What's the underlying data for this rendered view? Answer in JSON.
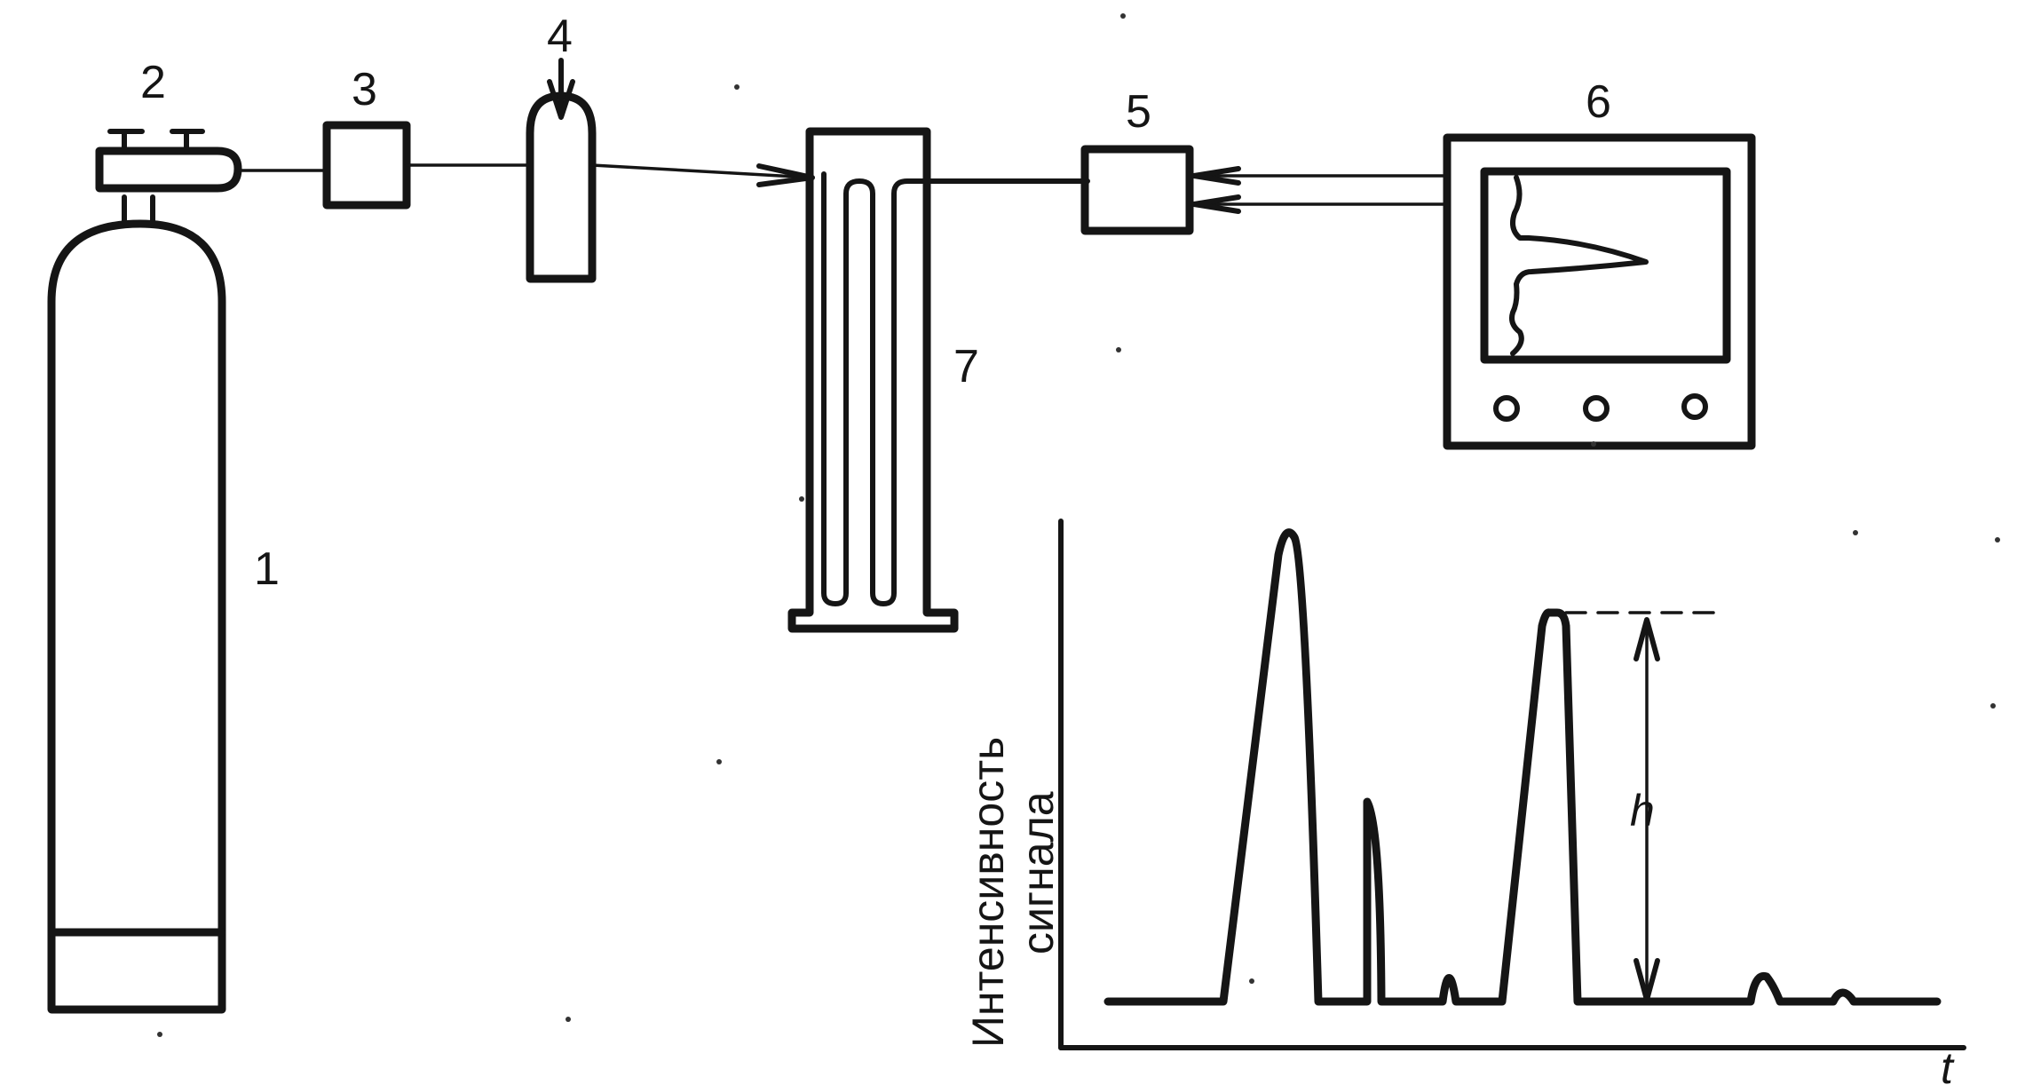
{
  "labels": {
    "cylinder": "1",
    "regulator": "2",
    "flow_controller": "3",
    "injector": "4",
    "amplifier": "5",
    "recorder": "6",
    "column": "7"
  },
  "chart": {
    "ylabel_line1": "Интенсивность",
    "ylabel_line2": "сигнала",
    "xlabel": "t",
    "height_label": "h"
  }
}
